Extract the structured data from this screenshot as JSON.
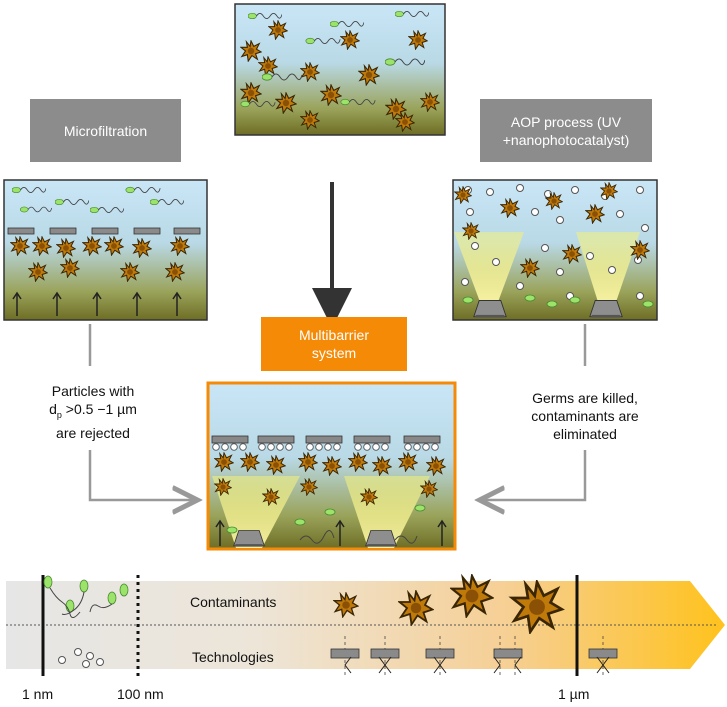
{
  "labels": {
    "microfiltration": "Microfiltration",
    "aop_line1": "AOP process (UV",
    "aop_line2": "+nanophotocatalyst)",
    "multibarrier_line1": "Multibarrier",
    "multibarrier_line2": "system"
  },
  "captions": {
    "left_line1": "Particles with",
    "left_line2_main": "d",
    "left_line2_sub": "p",
    "left_line2_rest": " >0.5 −1 µm",
    "left_line3": "are rejected",
    "right_line1": "Germs are killed,",
    "right_line2": "contaminants are",
    "right_line3": "eliminated"
  },
  "scale": {
    "row_contaminants": "Contaminants",
    "row_technologies": "Technologies",
    "tick_1nm": "1 nm",
    "tick_100nm": "100 nm",
    "tick_1um": "1 µm"
  },
  "colors": {
    "water_top": "#c9e6f7",
    "sediment": "#7a7a2e",
    "germ_fill": "#c07a0a",
    "germ_dark": "#5a3a05",
    "green_particle": "#9be36a",
    "label_gray": "#8c8c8c",
    "multibarrier_orange": "#f58a07",
    "arrow_gray": "#999999"
  }
}
